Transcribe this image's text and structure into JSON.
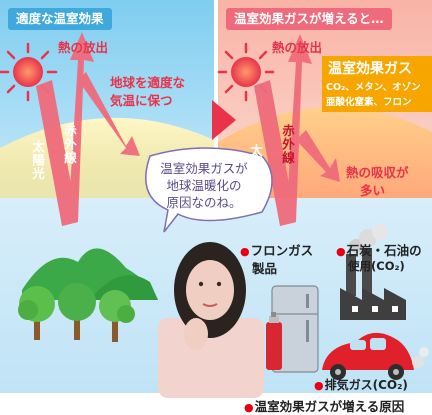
{
  "left_panel": {
    "header": "適度な温室効果",
    "heat_release": "熱の放出",
    "proper_temp_line1": "地球を適度な",
    "proper_temp_line2": "気温に保つ",
    "sunlight": "太陽光",
    "infrared": "赤外線"
  },
  "right_panel": {
    "header": "温室効果ガスが増えると…",
    "heat_release": "熱の放出",
    "gas_title": "温室効果ガス",
    "gas_list_line1": "CO₂、メタン、オゾン",
    "gas_list_line2": "亜酸化窒素、フロン",
    "sunlight": "太陽光",
    "infrared": "赤外線",
    "absorption_line1": "熱の吸収が",
    "absorption_line2": "多い"
  },
  "speech": {
    "line1": "温室効果ガスが",
    "line2": "地球温暖化の",
    "line3": "原因なのね。"
  },
  "labels": {
    "fron_line1": "フロンガス",
    "fron_line2": "製品",
    "coal_line1": "石炭・石油の",
    "coal_line2": "使用(CO₂)",
    "exhaust": "排気ガス(CO₂)",
    "caption": "温室効果ガスが増える原因"
  },
  "colors": {
    "left_header": "#3fa9de",
    "right_header": "#ef6b7b",
    "arrow": "#ef6b7b",
    "gas_box": "#f7a600"
  }
}
